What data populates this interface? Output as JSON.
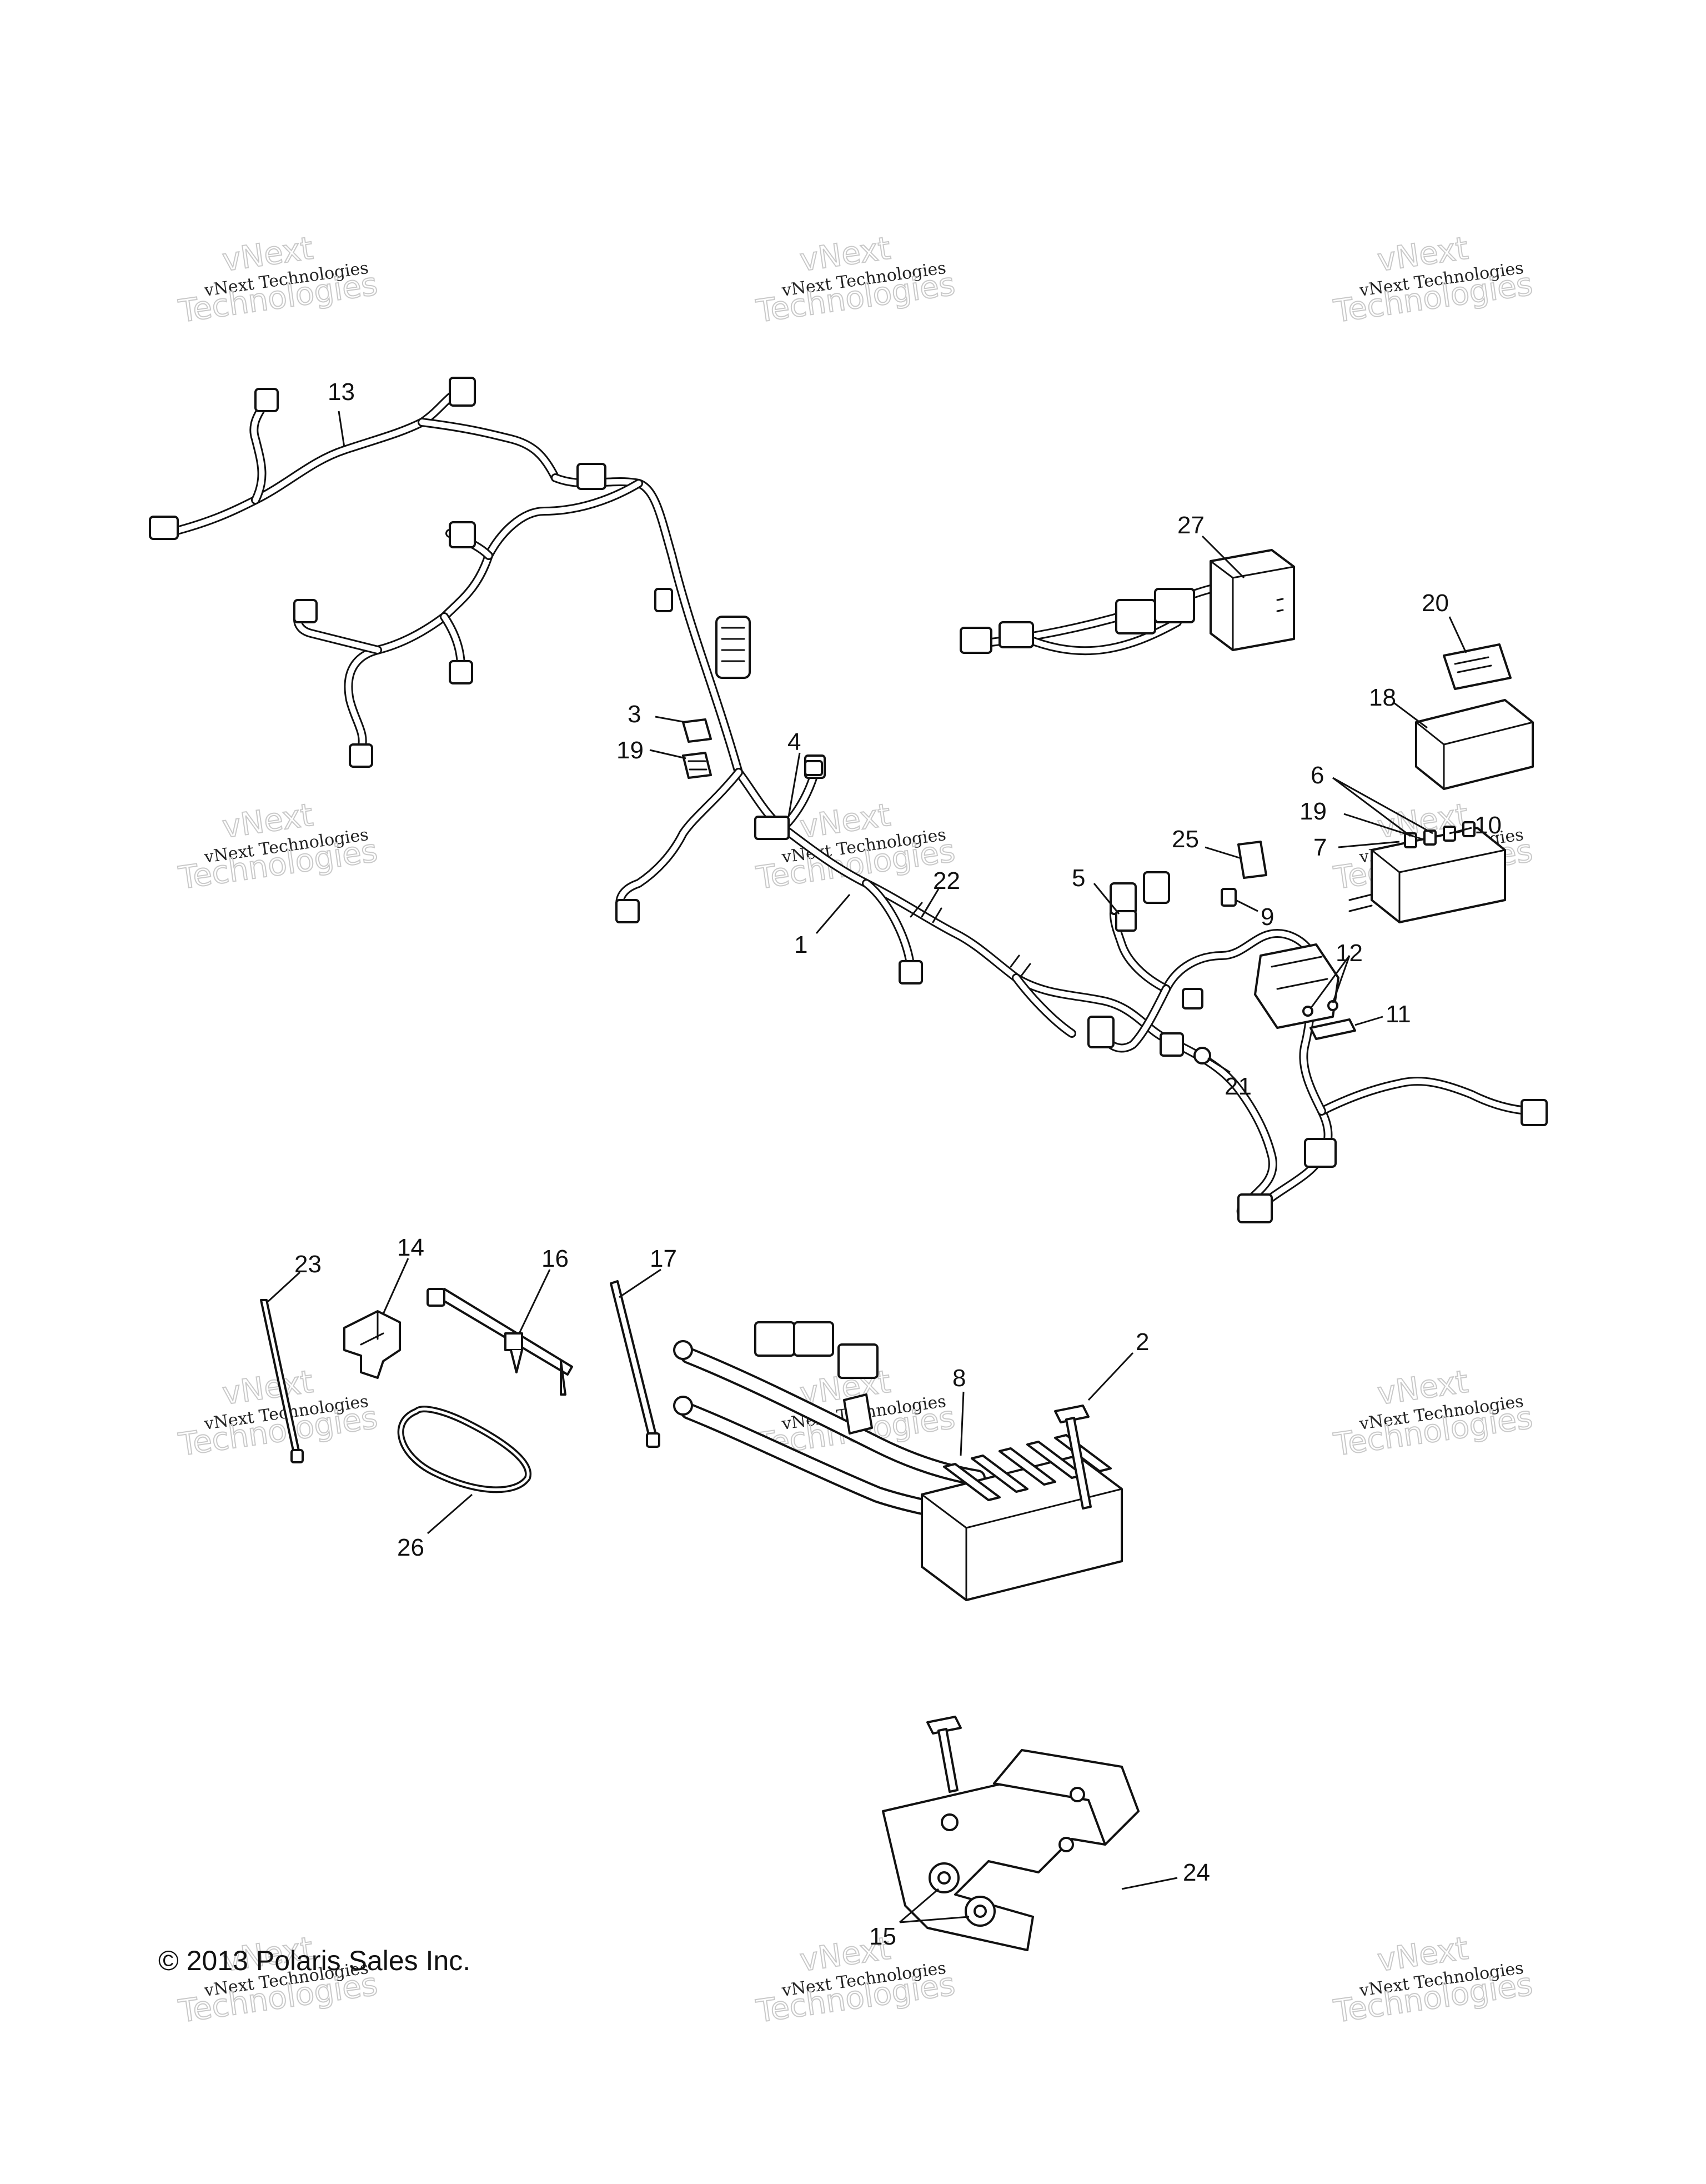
{
  "copyright": "© 2013 Polaris Sales Inc.",
  "watermark": {
    "line1": "vNext",
    "line2": "vNext Technologies",
    "line3": "Technologies"
  },
  "callouts": {
    "c1": "1",
    "c2": "2",
    "c3": "3",
    "c4": "4",
    "c5": "5",
    "c6": "6",
    "c7": "7",
    "c8": "8",
    "c9": "9",
    "c10": "10",
    "c11": "11",
    "c12": "12",
    "c13": "13",
    "c14": "14",
    "c15": "15",
    "c16": "16",
    "c17": "17",
    "c18": "18",
    "c19a": "19",
    "c19b": "19",
    "c20": "20",
    "c21": "21",
    "c22": "22",
    "c23": "23",
    "c24": "24",
    "c25": "25",
    "c26": "26",
    "c27": "27"
  }
}
